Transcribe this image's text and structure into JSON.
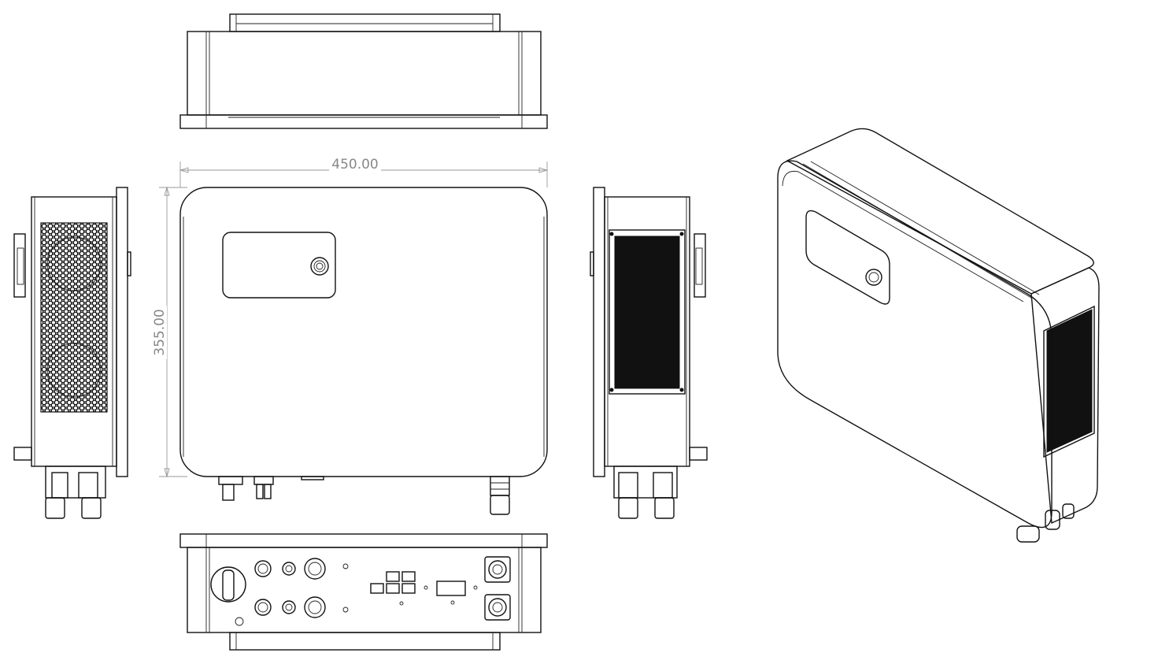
{
  "dimensions": {
    "width": "450.00",
    "height": "355.00"
  },
  "colors": {
    "line": "#111111",
    "dimension": "#999999",
    "dimension_text": "#888888",
    "vent": "#111111"
  },
  "views": [
    "top-view",
    "front-view",
    "left-side-view",
    "right-side-view",
    "bottom-view",
    "isometric-view"
  ]
}
